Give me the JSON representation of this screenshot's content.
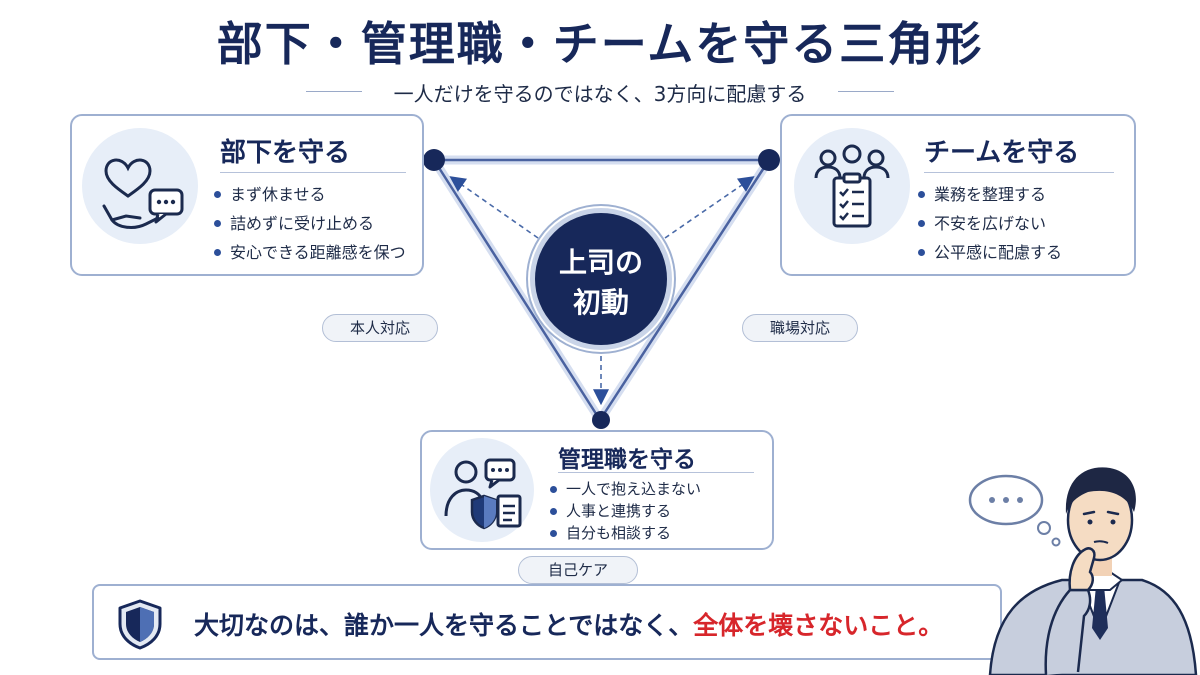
{
  "title": "部下・管理職・チームを守る三角形",
  "subtitle": "一人だけを守るのではなく、3方向に配慮する",
  "center": {
    "line1": "上司の",
    "line2": "初動"
  },
  "cards": {
    "bukka": {
      "title": "部下を守る",
      "items": [
        "まず休ませる",
        "詰めずに受け止める",
        "安心できる距離感を保つ"
      ]
    },
    "team": {
      "title": "チームを守る",
      "items": [
        "業務を整理する",
        "不安を広げない",
        "公平感に配慮する"
      ]
    },
    "kanri": {
      "title": "管理職を守る",
      "items": [
        "一人で抱え込まない",
        "人事と連携する",
        "自分も相談する"
      ]
    }
  },
  "labels": {
    "left": "本人対応",
    "right": "職場対応",
    "bottom": "自己ケア"
  },
  "banner": {
    "text_main": "大切なのは、誰か一人を守ることではなく、",
    "text_highlight": "全体を壊さないこと。"
  },
  "colors": {
    "navy": "#17285a",
    "accent_red": "#d7262b",
    "border": "#9eb0d1",
    "icon_bg": "#e7eef8"
  },
  "icons": {
    "bukka": "heart-hand-chat-icon",
    "team": "team-clipboard-icon",
    "kanri": "person-shield-icon",
    "banner": "shield-icon",
    "thought": "thought-bubble-icon"
  }
}
